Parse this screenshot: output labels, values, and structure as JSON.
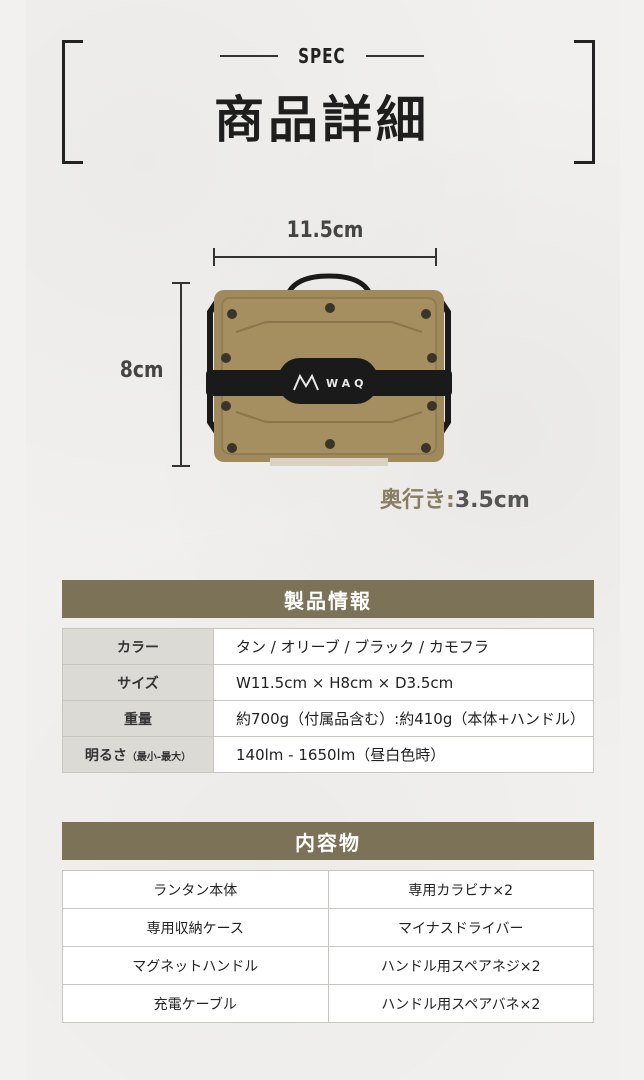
{
  "header": {
    "spec_label": "SPEC",
    "title": "商品詳細"
  },
  "dimensions": {
    "width": "11.5cm",
    "height": "8cm",
    "depth_label": "奥行き:",
    "depth_value": "3.5cm"
  },
  "product": {
    "brand": "WAQ",
    "colors": {
      "body": "#a08a5c",
      "strap": "#1a1a1a",
      "accent": "#7b7257"
    }
  },
  "product_info": {
    "heading": "製品情報",
    "rows": [
      {
        "key": "カラー",
        "value": "タン / オリーブ / ブラック / カモフラ"
      },
      {
        "key": "サイズ",
        "value": "W11.5cm × H8cm × D3.5cm"
      },
      {
        "key": "重量",
        "value": "約700g（付属品含む）:約410g（本体+ハンドル）"
      },
      {
        "key_main": "明るさ",
        "key_sub": "（最小-最大）",
        "value": "140lm - 1650lm（昼白色時）"
      }
    ]
  },
  "contents": {
    "heading": "内容物",
    "rows": [
      [
        "ランタン本体",
        "専用カラビナ×2"
      ],
      [
        "専用収納ケース",
        "マイナスドライバー"
      ],
      [
        "マグネットハンドル",
        "ハンドル用スペアネジ×2"
      ],
      [
        "充電ケーブル",
        "ハンドル用スペアバネ×2"
      ]
    ]
  }
}
